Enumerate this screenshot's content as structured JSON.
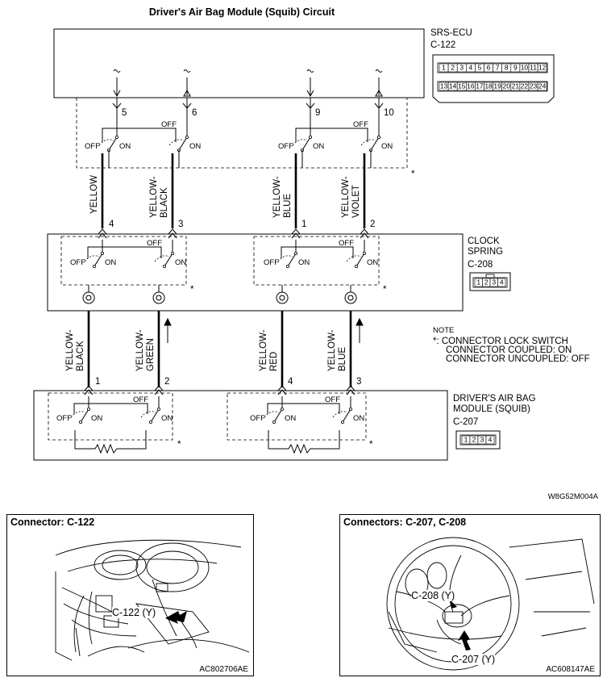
{
  "title": "Driver's Air Bag Module (Squib) Circuit",
  "figure_code": "W8G52M004A",
  "ecu": {
    "name": "SRS-ECU",
    "connector": "C-122",
    "pins_top": [
      "1",
      "2",
      "3",
      "4",
      "5",
      "6",
      "7",
      "8",
      "9",
      "10",
      "11",
      "12"
    ],
    "pins_bottom": [
      "13",
      "14",
      "15",
      "16",
      "17",
      "18",
      "19",
      "20",
      "21",
      "22",
      "23",
      "24"
    ],
    "terminals": [
      "5",
      "6",
      "9",
      "10"
    ]
  },
  "clock_spring": {
    "name_line1": "CLOCK",
    "name_line2": "SPRING",
    "connector": "C-208",
    "pins": [
      "1",
      "2",
      "3",
      "4"
    ],
    "terminals": [
      "4",
      "3",
      "1",
      "2"
    ]
  },
  "squib": {
    "name_line1": "DRIVER'S AIR BAG",
    "name_line2": "MODULE (SQUIB)",
    "connector": "C-207",
    "pins": [
      "1",
      "2",
      "3",
      "4"
    ],
    "terminals": [
      "1",
      "2",
      "4",
      "3"
    ]
  },
  "wires_upper": [
    {
      "line1": "YELLOW",
      "line2": ""
    },
    {
      "line1": "YELLOW-",
      "line2": "BLACK"
    },
    {
      "line1": "YELLOW-",
      "line2": "BLUE"
    },
    {
      "line1": "YELLOW-",
      "line2": "VIOLET"
    }
  ],
  "wires_lower": [
    {
      "line1": "YELLOW-",
      "line2": "BLACK"
    },
    {
      "line1": "YELLOW-",
      "line2": "GREEN"
    },
    {
      "line1": "YELLOW-",
      "line2": "RED"
    },
    {
      "line1": "YELLOW-",
      "line2": "BLUE"
    }
  ],
  "switch_labels": {
    "off": "OFF",
    "on": "ON"
  },
  "asterisk": "*",
  "note": {
    "heading": "NOTE",
    "line1": "*: CONNECTOR LOCK SWITCH",
    "line2": "CONNECTOR COUPLED: ON",
    "line3": "CONNECTOR UNCOUPLED: OFF"
  },
  "photo_left": {
    "title": "Connector: C-122",
    "callout": "C-122 (Y)",
    "code": "AC802706AE"
  },
  "photo_right": {
    "title": "Connectors: C-207, C-208",
    "callout1": "C-208 (Y)",
    "callout2": "C-207 (Y)",
    "code": "AC608147AE"
  }
}
